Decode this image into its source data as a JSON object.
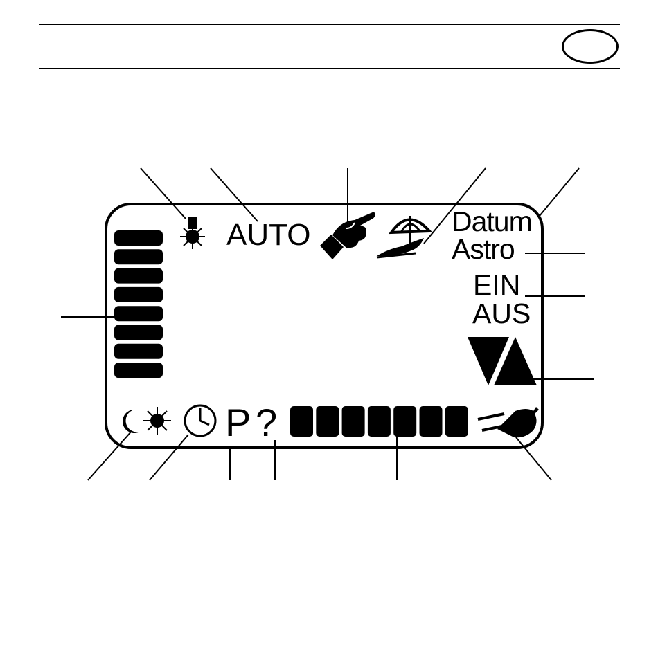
{
  "display": {
    "mode_label": "AUTO",
    "date_label": "Datum",
    "astro_label": "Astro",
    "on_label": "EIN",
    "off_label": "AUS",
    "program_label": "P",
    "query_label": "?"
  },
  "icons": [
    "temperature-sensor-icon",
    "manual-hand-icon",
    "holiday-umbrella-icon",
    "moon-icon",
    "sun-icon",
    "clock-icon",
    "up-down-arrows-icon",
    "mains-plug-icon",
    "level-bar-vertical",
    "level-bar-horizontal"
  ],
  "level_bar_vertical_segments": 8,
  "level_bar_horizontal_segments": 7,
  "colors": {
    "ink": "#000000",
    "background": "#ffffff"
  }
}
